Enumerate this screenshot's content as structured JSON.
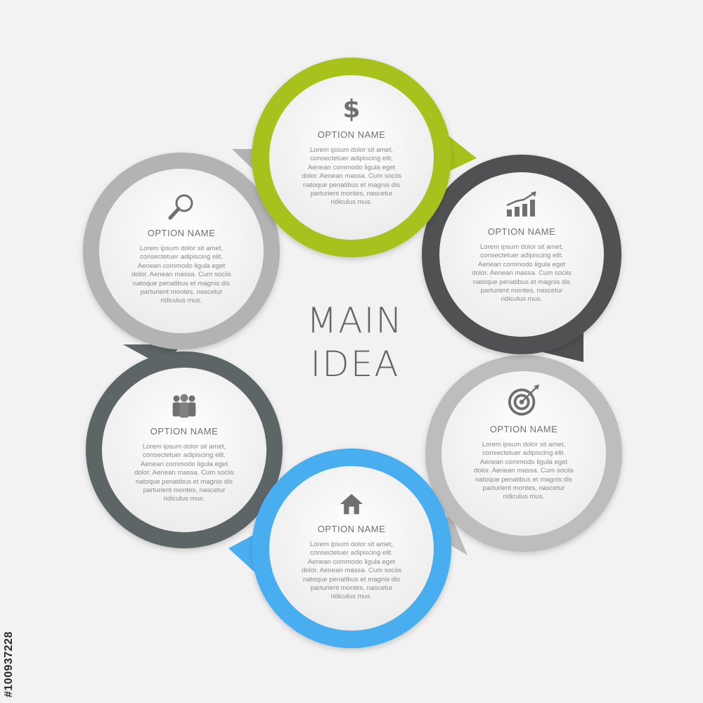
{
  "main_idea": {
    "line1": "MAIN",
    "line2": "IDEA"
  },
  "options": [
    {
      "key": "finance",
      "name": "OPTION NAME",
      "icon": "dollar-icon",
      "ring_color": "#a9c11c",
      "text": "Lorem ipsum dolor sit amet,\nconsectetuer adipiscing elit.\nAenean commodo ligula eget\ndolor. Aenean massa. Cum sociis\nnatoque penatibus et magnis dis\nparturient montes, nascetur\nridiculus mus."
    },
    {
      "key": "growth",
      "name": "OPTION NAME",
      "icon": "growth-chart-icon",
      "ring_color": "#4f5152",
      "text": "Lorem ipsum dolor sit amet,\nconsectetuer adipiscing elit.\nAenean commodo ligula eget\ndolor. Aenean massa. Cum sociis\nnatoque penatibus et magnis dis\nparturient montes, nascetur\nridiculus mus."
    },
    {
      "key": "target",
      "name": "OPTION NAME",
      "icon": "target-icon",
      "ring_color": "#bdbdbd",
      "text": "Lorem ipsum dolor sit amet,\nconsectetuer adipiscing elit.\nAenean commodo ligula eget\ndolor. Aenean massa. Cum sociis\nnatoque penatibus et magnis dis\nparturient montes, nascetur\nridiculus mus."
    },
    {
      "key": "home",
      "name": "OPTION NAME",
      "icon": "home-icon",
      "ring_color": "#4aaef0",
      "text": "Lorem ipsum dolor sit amet,\nconsectetuer adipiscing elit.\nAenean commodo ligula eget\ndolor. Aenean massa. Cum sociis\nnatoque penatibus et magnis dis\nparturient montes, nascetur\nridiculus mus."
    },
    {
      "key": "team",
      "name": "OPTION NAME",
      "icon": "team-icon",
      "ring_color": "#5d6566",
      "text": "Lorem ipsum dolor sit amet,\nconsectetuer adipiscing elit.\nAenean commodo ligula eget\ndolor. Aenean massa. Cum sociis\nnatoque penatibus et magnis dis\nparturient montes, nascetur\nridiculus mus."
    },
    {
      "key": "search",
      "name": "OPTION NAME",
      "icon": "search-icon",
      "ring_color": "#b3b3b3",
      "text": "Lorem ipsum dolor sit amet,\nconsectetuer adipiscing elit.\nAenean commodo ligula eget\ndolor. Aenean massa. Cum sociis\nnatoque penatibus et magnis dis\nparturient montes, nascetur\nridiculus mus."
    }
  ],
  "watermark_id": "#100937228",
  "colors": {
    "background": "#f2f2f2",
    "inner_fill": "#f7f7f7",
    "text": "#777777"
  }
}
